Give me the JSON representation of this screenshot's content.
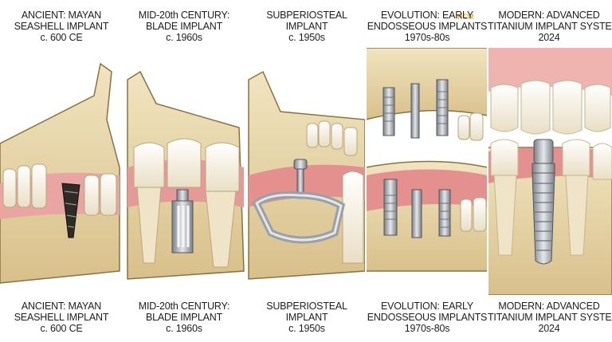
{
  "panels": [
    {
      "title": "ANCIENT: MAYAN\nSEASHELL IMPLANT",
      "date": "c. 600 CE"
    },
    {
      "title": "MID-20th CENTURY:\nBLADE IMPLANT",
      "date": "c. 1960s"
    },
    {
      "title": "SUBPERIOSTEAL\nIMPLANT",
      "date": "c. 1950s"
    },
    {
      "title": "EVOLUTION: EARLY\nENDOSSEOUS IMPLANTS",
      "date": "1970s-80s"
    },
    {
      "title": "MODERN: ADVANCED\nTITANIUM IMPLANT SYSTEM",
      "date": "2024"
    }
  ],
  "labels": {
    "p1_l1": "ANCIENT: MAYAN",
    "p1_l2": "SEASHELL IMPLANT",
    "p1_l3": "c. 600 CE",
    "p2_l1": "MID-20th CENTURY:",
    "p2_l2": "BLADE IMPLANT",
    "p2_l3": "c. 1960s",
    "p3_l1": "SUBPERIOSTEAL",
    "p3_l2": "IMPLANT",
    "p3_l3": "c. 1950s",
    "p4_l1": "EVOLUTION: EARLY",
    "p4_l2": "ENDOSSEOUS IMPLANTS",
    "p4_l3": "1970s-80s",
    "p5_l1": "MODERN: ADVANCED",
    "p5_l2": "TITANIUM IMPLANT SYSTEM",
    "p5_l3": "2024"
  },
  "watermark": "HCM",
  "colors": {
    "bone": "#e8d6a8",
    "gum": "#e59a98",
    "tooth": "#f7f1e3",
    "metal": "#a7acb3",
    "shell": "#3a3530"
  }
}
